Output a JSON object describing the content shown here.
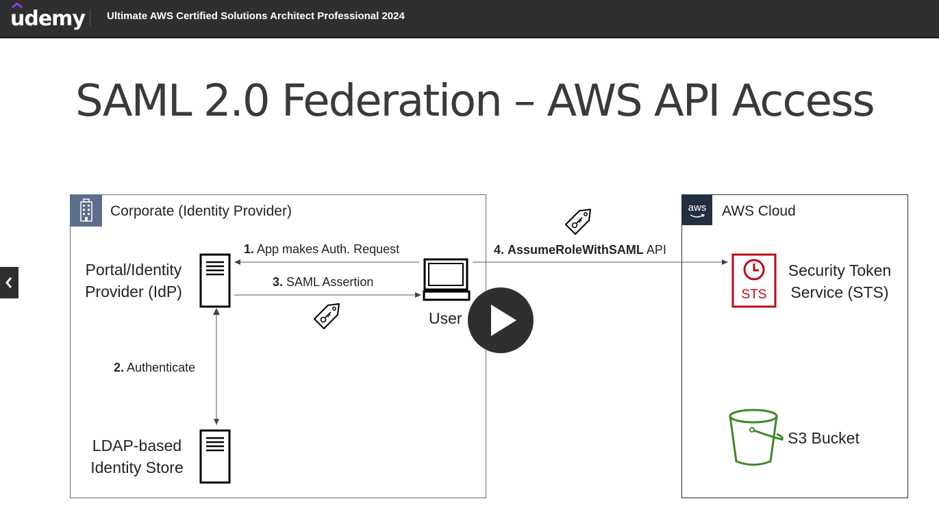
{
  "header": {
    "logo": "udemy",
    "course_title": "Ultimate AWS Certified Solutions Architect Professional 2024"
  },
  "slide": {
    "title": "SAML 2.0 Federation – AWS API Access",
    "corporate_group": {
      "label": "Corporate (Identity Provider)"
    },
    "aws_group": {
      "label": "AWS Cloud",
      "badge": "aws"
    },
    "nodes": {
      "idp": {
        "line1": "Portal/Identity",
        "line2": "Provider (IdP)"
      },
      "ldap": {
        "line1": "LDAP-based",
        "line2": "Identity Store"
      },
      "user": {
        "label": "User"
      },
      "sts": {
        "line1": "Security Token",
        "line2": "Service (STS)",
        "icon_text": "STS"
      },
      "s3": {
        "label": "S3 Bucket"
      }
    },
    "edges": {
      "step1": {
        "num": "1.",
        "text": "App makes Auth. Request"
      },
      "step2": {
        "num": "2.",
        "text": "Authenticate"
      },
      "step3": {
        "num": "3.",
        "text": "SAML Assertion"
      },
      "step4": {
        "num": "4.",
        "bold": "AssumeRoleWithSAML",
        "text": "API"
      }
    }
  },
  "controls": {
    "play_icon": "play-icon",
    "prev_icon": "chevron-left-icon"
  },
  "colors": {
    "topbar": "#2d2f31",
    "corporate_border": "#5b6f8a",
    "aws_border": "#232f3e",
    "sts_red": "#bf0816",
    "s3_green": "#3f8624"
  }
}
